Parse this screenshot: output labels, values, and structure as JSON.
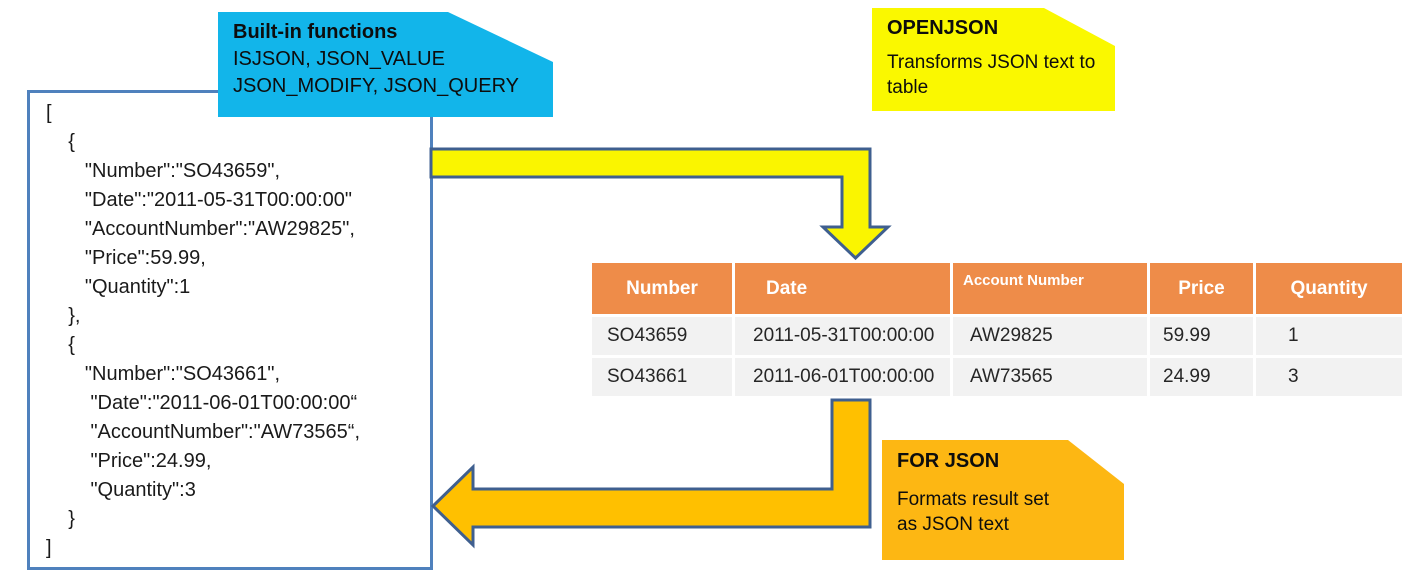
{
  "json_panel": {
    "code": "[\n    {\n       \"Number\":\"SO43659\",\n       \"Date\":\"2011-05-31T00:00:00\"\n       \"AccountNumber\":\"AW29825\",\n       \"Price\":59.99,\n       \"Quantity\":1\n    },\n    {\n       \"Number\":\"SO43661\",\n        \"Date\":\"2011-06-01T00:00:00“\n        \"AccountNumber\":\"AW73565“,\n        \"Price\":24.99,\n        \"Quantity\":3\n    }\n]"
  },
  "callouts": {
    "builtin": {
      "title": "Built-in functions",
      "line1": "ISJSON, JSON_VALUE",
      "line2": "JSON_MODIFY, JSON_QUERY"
    },
    "openjson": {
      "title": "OPENJSON",
      "body": "Transforms JSON text to\ntable"
    },
    "forjson": {
      "title": "FOR JSON",
      "body": "Formats result set\nas JSON text"
    }
  },
  "table": {
    "headers": [
      "Number",
      "Date",
      "Account Number",
      "Price",
      "Quantity"
    ],
    "rows": [
      [
        "SO43659",
        "2011-05-31T00:00:00",
        "AW29825",
        "59.99",
        "1"
      ],
      [
        "SO43661",
        "2011-06-01T00:00:00",
        "AW73565",
        "24.99",
        "3"
      ]
    ]
  },
  "colors": {
    "callout_blue": "#12B5EA",
    "callout_yellow": "#FAF800",
    "callout_orange": "#FDB713",
    "table_header_orange": "#EE8C49",
    "table_row_gray": "#F2F2F2",
    "arrow_yellow_fill": "#FAF500",
    "arrow_orange_fill": "#FFC000",
    "arrow_border_blue": "#3F5F8F",
    "panel_border_blue": "#4F81BD"
  }
}
